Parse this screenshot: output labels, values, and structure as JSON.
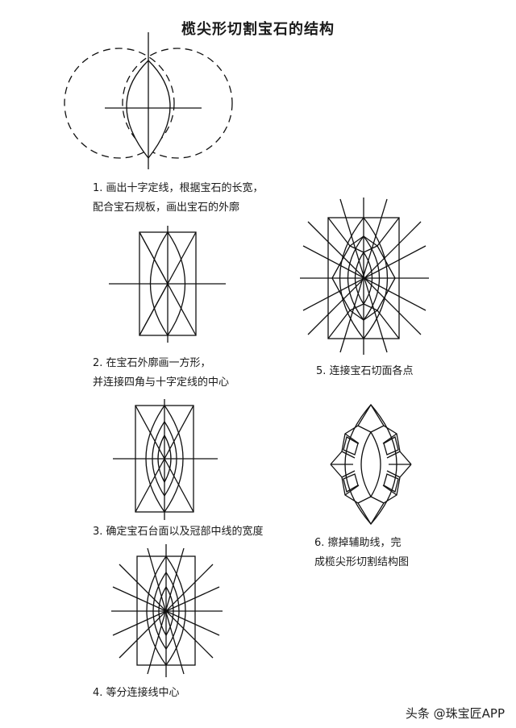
{
  "title": "榄尖形切割宝石的结构",
  "steps": [
    {
      "lines": [
        "1. 画出十字定线，根据宝石的长宽，",
        "配合宝石规板，画出宝石的外廓"
      ]
    },
    {
      "lines": [
        "2. 在宝石外廓画一方形，",
        "并连接四角与十字定线的中心"
      ]
    },
    {
      "lines": [
        "3. 确定宝石台面以及冠部中线的宽度"
      ]
    },
    {
      "lines": [
        "4. 等分连接线中心"
      ]
    },
    {
      "lines": [
        "5. 连接宝石切面各点"
      ]
    },
    {
      "lines": [
        "6. 擦掉辅助线，完",
        "成榄尖形切割结构图"
      ]
    }
  ],
  "watermark": "头条 @珠宝匠APP"
}
